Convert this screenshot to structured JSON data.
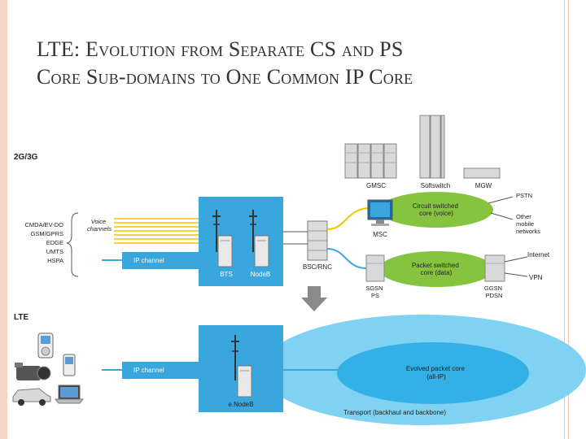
{
  "slide": {
    "title_line1": "LTE: Evolution from Separate CS and PS",
    "title_line2": "Core Sub-domains to One Common IP Core"
  },
  "diagram": {
    "section_2g3g": "2G/3G",
    "section_lte": "LTE",
    "access_tech": [
      "CMDA/EV-DO",
      "GSM/GPRS",
      "EDGE",
      "UMTS",
      "HSPA"
    ],
    "voice_channels": [
      "Voice",
      "channels"
    ],
    "ip_channel": "IP channel",
    "ip_channel_lte": "IP channel",
    "bts": "BTS",
    "nodeb": "NodeB",
    "bsc_rnc": "BSC/RNC",
    "gmsc": "GMSC",
    "softswitch": "Softswitch",
    "mgw": "MGW",
    "msc": "MSC",
    "circuit_core": [
      "Circuit switched",
      "core (voice)"
    ],
    "packet_core": [
      "Packet switched",
      "core (data)"
    ],
    "sgsn": [
      "SGSN",
      "PS"
    ],
    "ggsn": [
      "GGSN",
      "PDSN"
    ],
    "pstn": "PSTN",
    "other_networks": [
      "Other",
      "mobile",
      "networks"
    ],
    "internet": "Internet",
    "vpn": "VPN",
    "enodeb": "e.NodeB",
    "evolved_core": [
      "Evolved packet core",
      "(all-IP)"
    ],
    "transport": "Transport (backhaul and backbone)"
  },
  "colors": {
    "access_blue": "#3aa6de",
    "lte_blue": "#7fd2f2",
    "evolved_blue": "#33b0e6",
    "green_core": "#86c440",
    "voice_yellow": "#f4c400",
    "arrow_gray": "#8a8a8a"
  }
}
